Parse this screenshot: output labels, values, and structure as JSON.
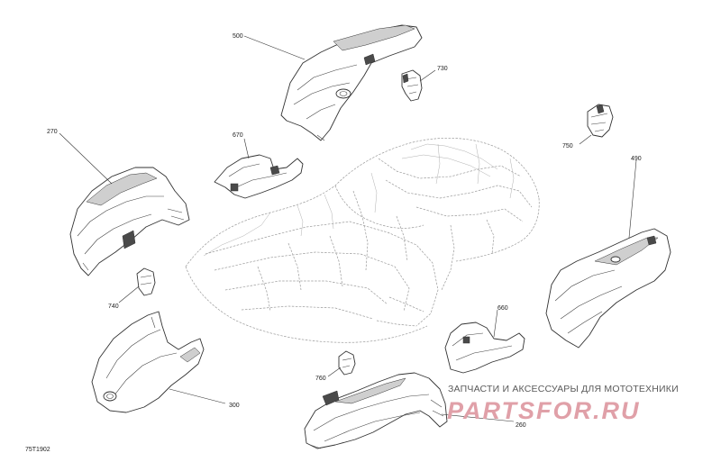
{
  "diagram": {
    "drawing_code": "75T1902",
    "callouts": {
      "c500": "500",
      "c730": "730",
      "c270": "270",
      "c670": "670",
      "c750": "750",
      "c490": "490",
      "c740": "740",
      "c660": "660",
      "c760": "760",
      "c300": "300",
      "c260": "260"
    }
  },
  "watermark": {
    "caption": "ЗАПЧАСТИ И АКСЕССУАРЫ ДЛЯ МОТОТЕХНИКИ",
    "logo_text": "PARTSFOR.RU",
    "logo_color": "#e0a0a8"
  }
}
